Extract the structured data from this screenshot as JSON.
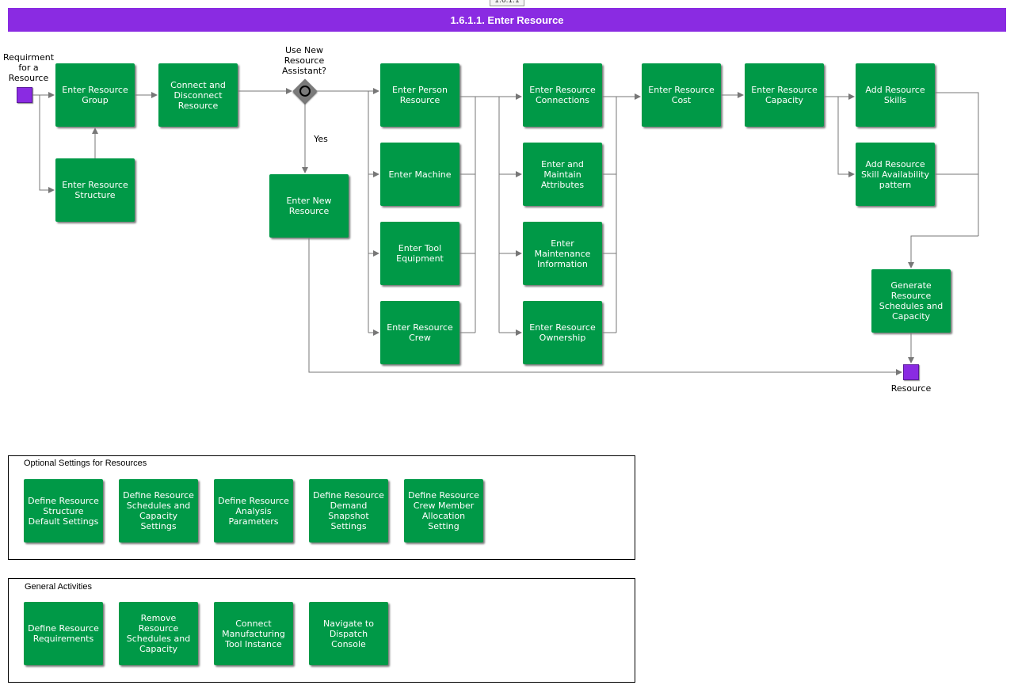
{
  "version_tab": "1.6.1.1",
  "title": "1.6.1.1. Enter Resource",
  "colors": {
    "banner": "#8a2be2",
    "activity": "#009947",
    "terminal": "#8a2be2",
    "gateway": "#7a7a7a"
  },
  "start_label": "Requirment for a Resource",
  "end_label": "Resource",
  "decision_label": "Use New Resource Assistant?",
  "yes_label": "Yes",
  "activities": {
    "enter_resource_group": "Enter Resource Group",
    "enter_resource_structure": "Enter Resource Structure",
    "connect_disconnect": "Connect and Disconnect Resource",
    "enter_new_resource": "Enter New Resource",
    "enter_person_resource": "Enter Person Resource",
    "enter_machine": "Enter Machine",
    "enter_tool_equipment": "Enter Tool Equipment",
    "enter_resource_crew": "Enter Resource Crew",
    "enter_resource_connections": "Enter Resource Connections",
    "enter_maintain_attributes": "Enter and Maintain Attributes",
    "enter_maintenance_info": "Enter Maintenance Information",
    "enter_resource_ownership": "Enter Resource Ownership",
    "enter_resource_cost": "Enter Resource Cost",
    "enter_resource_capacity": "Enter Resource Capacity",
    "add_resource_skills": "Add Resource Skills",
    "add_skill_availability": "Add Resource Skill Availability pattern",
    "generate_schedules": "Generate Resource Schedules and Capacity"
  },
  "optional_settings": {
    "title": "Optional Settings for Resources",
    "items": [
      "Define Resource Structure Default Settings",
      "Define Resource Schedules and Capacity Settings",
      "Define Resource Analysis Parameters",
      "Define Resource Demand Snapshot Settings",
      "Define Resource Crew Member Allocation Setting"
    ]
  },
  "general_activities": {
    "title": "General Activities",
    "items": [
      "Define Resource Requirements",
      "Remove Resource Schedules and Capacity",
      "Connect Manufacturing Tool Instance",
      "Navigate to Dispatch Console"
    ]
  }
}
